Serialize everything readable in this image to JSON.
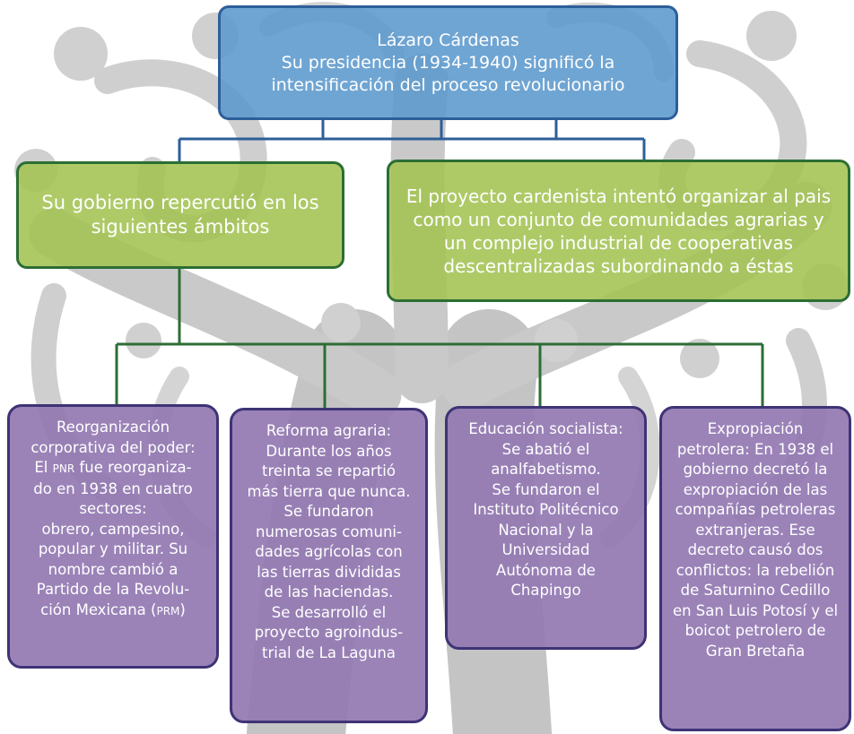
{
  "colors": {
    "top_box_fill": "#5b98cd",
    "top_box_border": "#2c5f9a",
    "green_fill": "#a3c352",
    "green_border": "#2c6e34",
    "purple_fill": "#9278b2",
    "purple_border": "#3e3375",
    "connector_blue": "#2c5f9a",
    "connector_green": "#2c6e34",
    "background_tree": "#b3b3b3"
  },
  "top": {
    "text": "Lázaro Cárdenas\nSu presidencia (1934-1940) significó la\nintensificación del proceso revolucionario"
  },
  "left_branch": {
    "text": "Su gobierno repercutió en los\nsiguientes ámbitos"
  },
  "right_branch": {
    "text": "El proyecto cardenista intentó organizar al pais\ncomo un conjunto de comunidades agrarias y\nun complejo industrial de cooperativas\ndescentralizadas subordinando a éstas"
  },
  "areas": {
    "reorganizacion": {
      "part1": "Reorganización\ncorporativa del poder:\nEl ",
      "pnr": "PNR",
      "part2": " fue reorganiza-\ndo en 1938 en cuatro\nsectores:\nobrero, campesino,\npopular y militar. Su\nnombre cambió a\nPartido de la Revolu-\nción Mexicana (",
      "prm": "PRM",
      "part3": ")"
    },
    "reforma": {
      "text": "Reforma agraria:\nDurante los años\ntreinta se repartió\nmás tierra que nunca.\nSe fundaron\nnumerosas comuni-\ndades agrícolas con\nlas tierras divididas\nde las haciendas.\nSe desarrolló el\nproyecto agroindus-\ntrial de La Laguna"
    },
    "educacion": {
      "text": "Educación socialista:\nSe abatió el\nanalfabetismo.\nSe fundaron el\nInstituto Politécnico\nNacional y la\nUniversidad\nAutónoma de\nChapingo"
    },
    "expropiacion": {
      "text": "Expropiación\npetrolera: En 1938 el\ngobierno decretó la\nexpropiación de las\ncompañías petroleras\nextranjeras. Ese\ndecreto causó dos\nconflictos: la rebelión\nde Saturnino Cedillo\nen San Luis Potosí y el\nboicot petrolero de\nGran Bretaña"
    }
  }
}
